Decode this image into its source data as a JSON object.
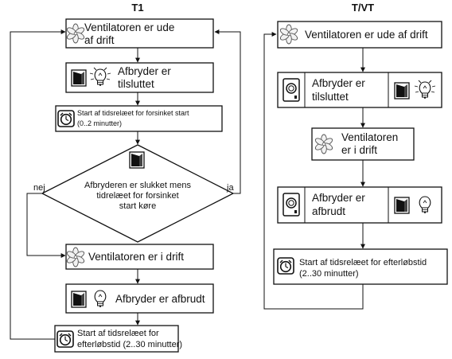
{
  "t1": {
    "title": "T1",
    "box1": {
      "line1": "Ventilatoren er ude",
      "line2": "af drift"
    },
    "box2": {
      "line1": "Afbryder er",
      "line2": "tilsluttet"
    },
    "box3": {
      "line1": "Start af tidsrelæet for forsinket start",
      "line2": "(0..2 minutter)"
    },
    "diamond": {
      "line1": "Afbryderen er slukket mens",
      "line2": "tidrelæet for forsinket",
      "line3": "start køre"
    },
    "label_no": "nej",
    "label_yes": "ja",
    "box4": {
      "line1": "Ventilatoren er i drift"
    },
    "box5": {
      "line1": "Afbryder er afbrudt"
    },
    "box6": {
      "line1": "Start af tidsrelæet for",
      "line2": "efterløbstid (2..30 minutter)"
    }
  },
  "tvt": {
    "title": "T/VT",
    "box1": {
      "line1": "Ventilatoren er ude af drift"
    },
    "box2": {
      "line1": "Afbryder er",
      "line2": "tilsluttet"
    },
    "box3": {
      "line1": "Ventilatoren",
      "line2": "er i drift"
    },
    "box4": {
      "line1": "Afbryder er",
      "line2": "afbrudt"
    },
    "box5": {
      "line1": "Start af tidsrelæet for efterløbstid",
      "line2": "(2..30 minutter)"
    }
  },
  "icons": [
    "fan-icon",
    "switch-icon",
    "bulb-icon",
    "timer-icon",
    "controller-icon"
  ]
}
